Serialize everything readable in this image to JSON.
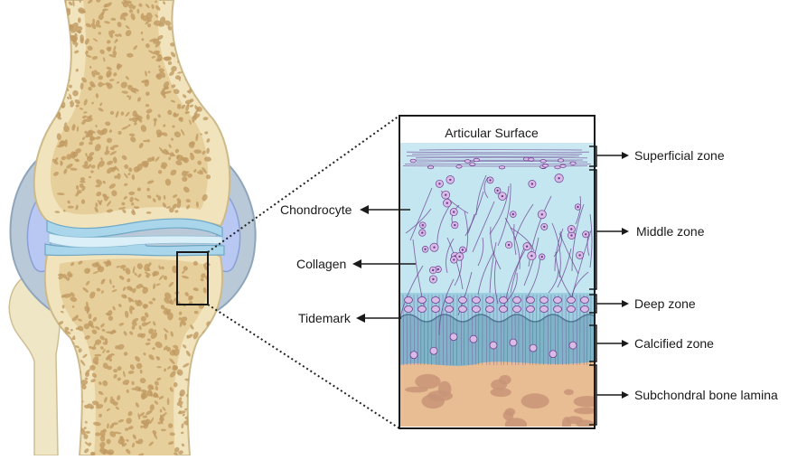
{
  "header": {
    "title": "Articular Surface"
  },
  "zones": [
    {
      "id": "superficial",
      "label": "Superficial zone"
    },
    {
      "id": "middle",
      "label": "Middle zone"
    },
    {
      "id": "deep",
      "label": "Deep zone"
    },
    {
      "id": "calcified",
      "label": "Calcified zone"
    },
    {
      "id": "subchondral",
      "label": "Subchondral bone lamina"
    }
  ],
  "left_labels": [
    {
      "id": "chondrocyte",
      "label": "Chondrocyte"
    },
    {
      "id": "collagen",
      "label": "Collagen"
    },
    {
      "id": "tidemark",
      "label": "Tidemark"
    }
  ],
  "colors": {
    "bone": "#e7cf9b",
    "bone_pore": "#c19a62",
    "capsule": "#b9c9d8",
    "cartilage": "#c9e8f2",
    "zone_deep": "#9ccfe0",
    "zone_calcified": "#7fb3c7",
    "subchondral": "#e9bd93",
    "fiber": "#6b3f8f",
    "cell": "#d9bbe6"
  }
}
